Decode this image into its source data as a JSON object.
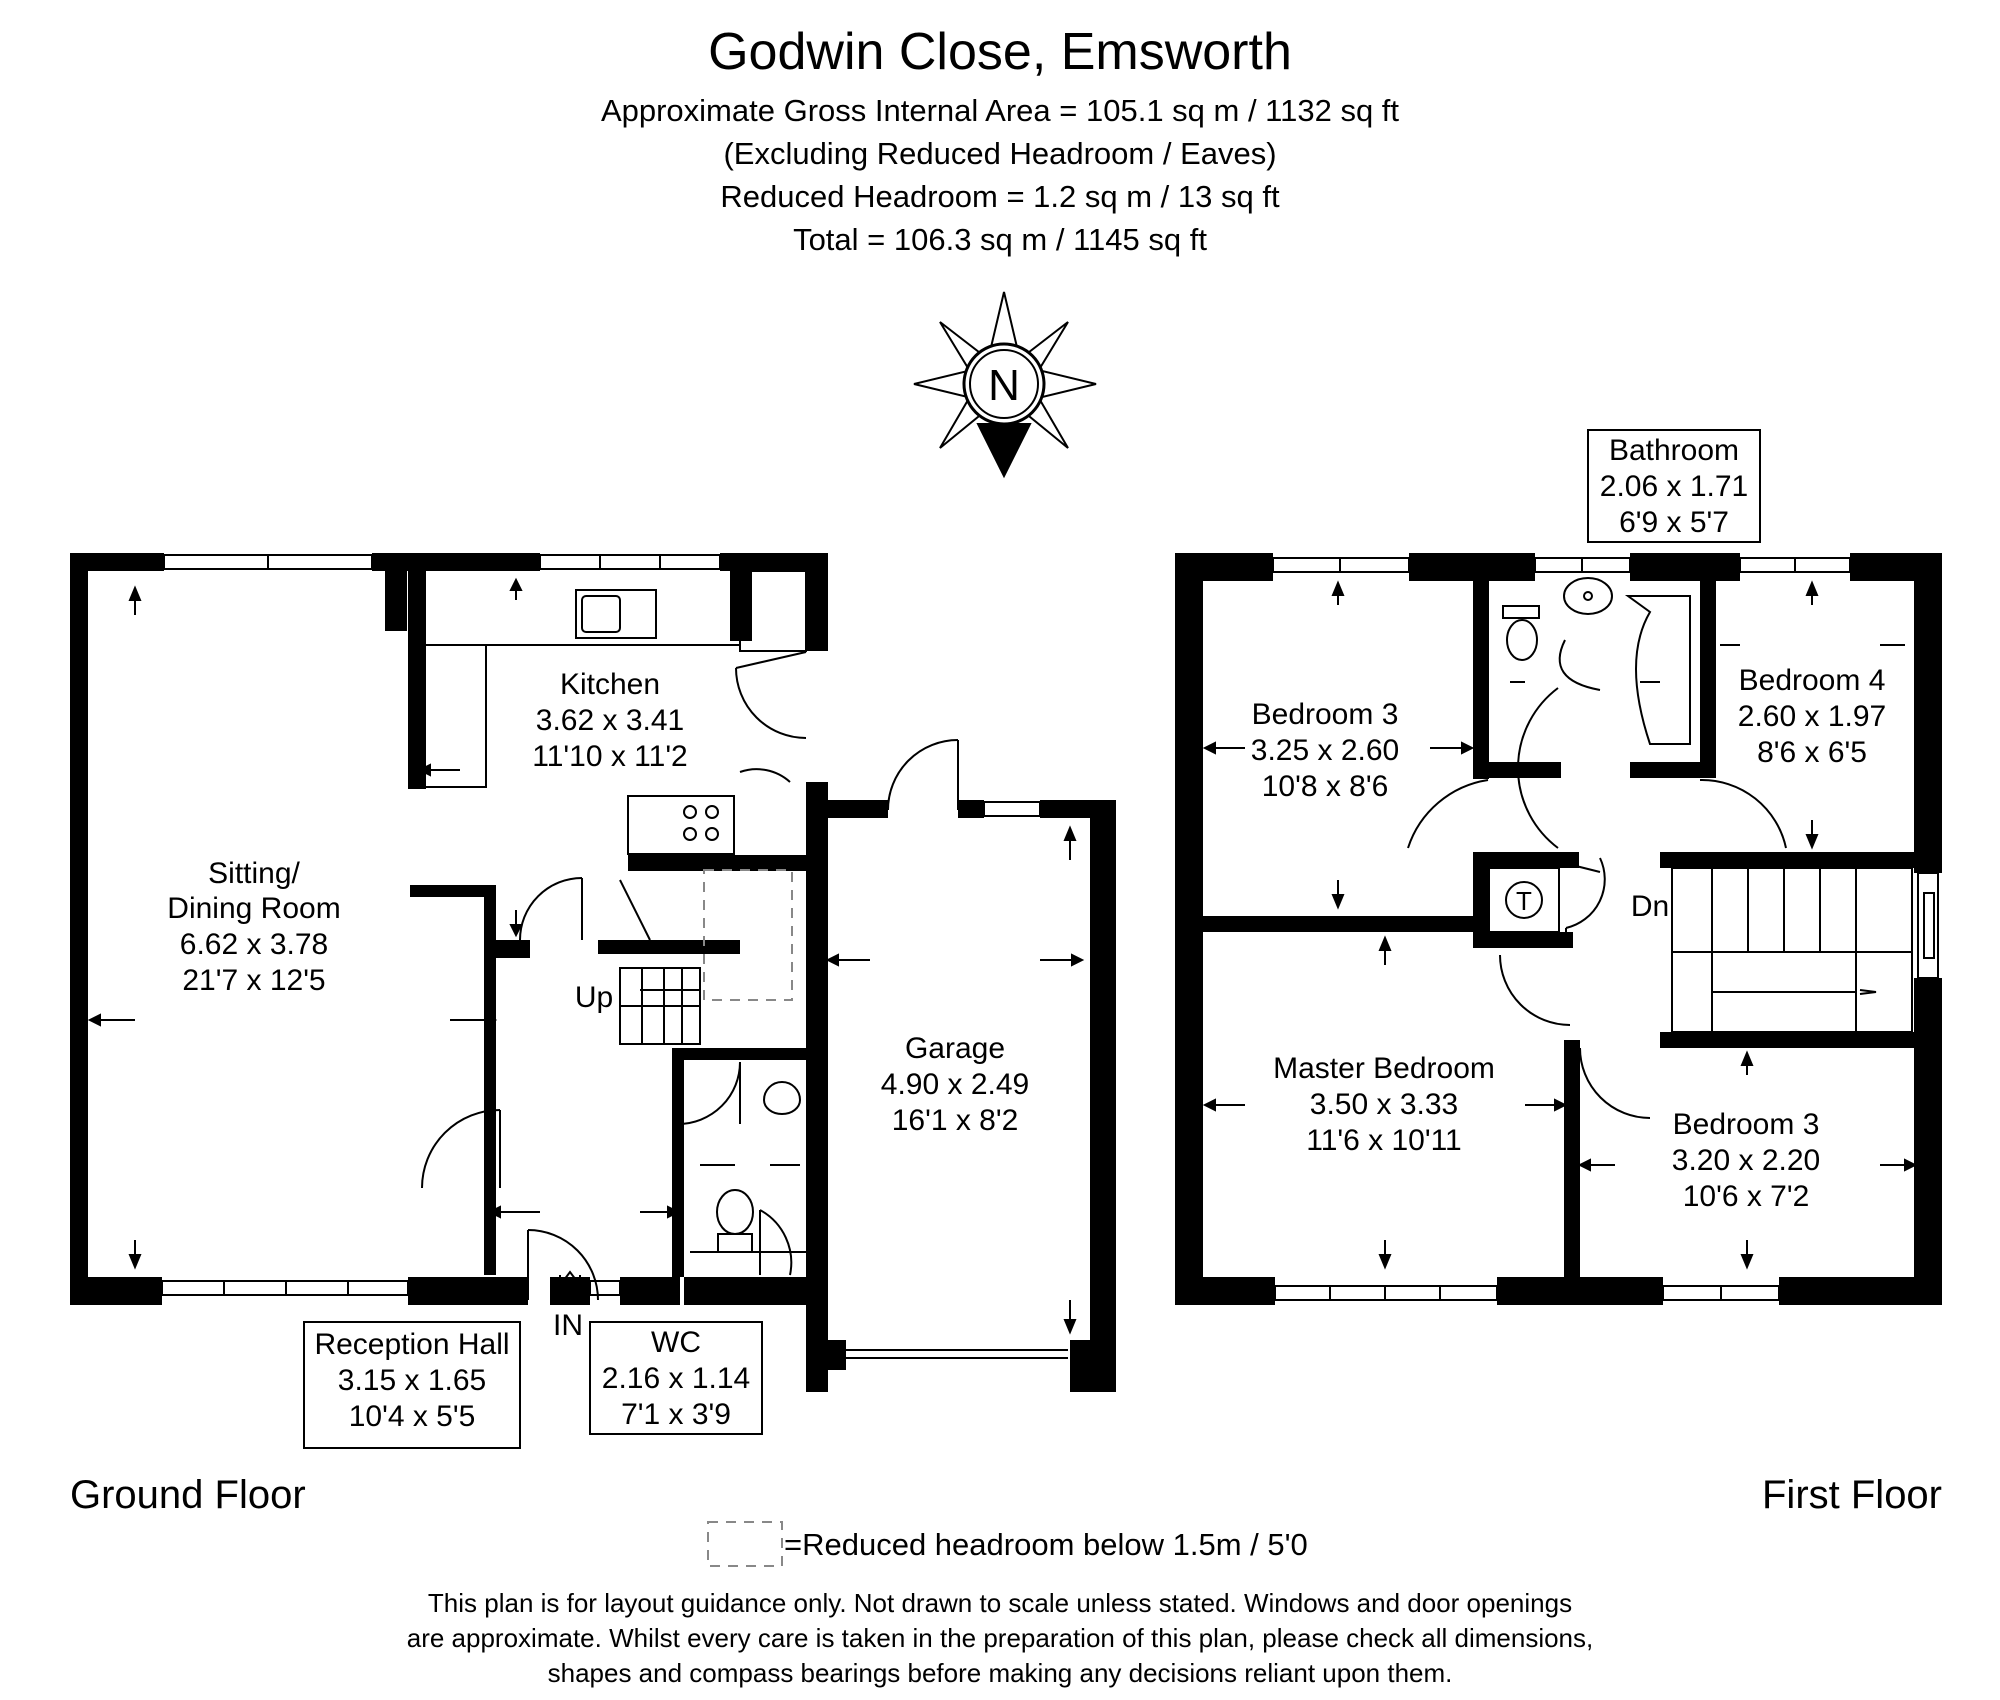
{
  "header": {
    "title": "Godwin Close, Emsworth",
    "area_lines": [
      "Approximate Gross Internal Area = 105.1 sq m / 1132 sq ft",
      "(Excluding Reduced Headroom / Eaves)",
      "Reduced Headroom = 1.2 sq m / 13 sq ft",
      "Total = 106.3 sq m / 1145 sq ft"
    ]
  },
  "compass": {
    "label": "N"
  },
  "ground_floor": {
    "label": "Ground Floor",
    "rooms": {
      "sitting": {
        "name_1": "Sitting/",
        "name_2": "Dining Room",
        "metric": "6.62 x 3.78",
        "imperial": "21'7 x 12'5"
      },
      "kitchen": {
        "name": "Kitchen",
        "metric": "3.62 x 3.41",
        "imperial": "11'10 x 11'2"
      },
      "garage": {
        "name": "Garage",
        "metric": "4.90 x 2.49",
        "imperial": "16'1 x 8'2"
      },
      "reception": {
        "name": "Reception Hall",
        "metric": "3.15 x 1.65",
        "imperial": "10'4 x 5'5"
      },
      "wc": {
        "name": "WC",
        "metric": "2.16 x 1.14",
        "imperial": "7'1 x 3'9"
      }
    },
    "up_label": "Up",
    "in_label": "IN"
  },
  "first_floor": {
    "label": "First Floor",
    "rooms": {
      "bedroom3a": {
        "name": "Bedroom 3",
        "metric": "3.25 x 2.60",
        "imperial": "10'8 x 8'6"
      },
      "bathroom": {
        "name": "Bathroom",
        "metric": "2.06 x 1.71",
        "imperial": "6'9 x 5'7"
      },
      "bedroom4": {
        "name": "Bedroom 4",
        "metric": "2.60 x 1.97",
        "imperial": "8'6 x 6'5"
      },
      "master": {
        "name": "Master Bedroom",
        "metric": "3.50 x 3.33",
        "imperial": "11'6 x 10'11"
      },
      "bedroom3b": {
        "name": "Bedroom 3",
        "metric": "3.20 x 2.20",
        "imperial": "10'6 x 7'2"
      }
    },
    "dn_label": "Dn",
    "tank_label": "T"
  },
  "legend": {
    "text": "=Reduced headroom below 1.5m / 5'0"
  },
  "disclaimer": [
    "This plan is for layout guidance only. Not drawn to scale unless stated. Windows and door openings",
    "are approximate. Whilst every care is taken in the preparation of this plan, please check all dimensions,",
    "shapes and compass bearings before making any decisions reliant upon them."
  ],
  "colors": {
    "wall": "#000000",
    "line": "#000000",
    "light_line": "#9a9a9a",
    "background": "#ffffff"
  }
}
